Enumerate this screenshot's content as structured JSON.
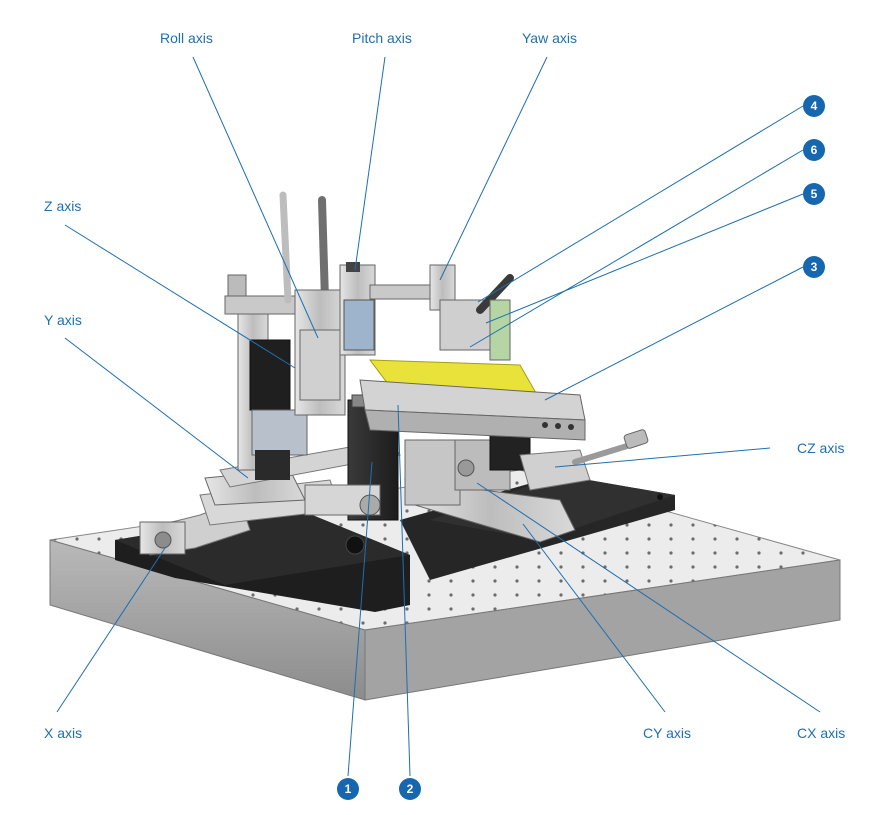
{
  "accent_color": "#1f6fb0",
  "badge_color": "#1667b0",
  "highlight_color": "#e8e23a",
  "labels": {
    "roll": "Roll axis",
    "pitch": "Pitch axis",
    "yaw": "Yaw axis",
    "z": "Z axis",
    "y": "Y axis",
    "cz": "CZ axis",
    "x": "X axis",
    "cy": "CY axis",
    "cx": "CX axis"
  },
  "badges": {
    "b1": "1",
    "b2": "2",
    "b3": "3",
    "b4": "4",
    "b5": "5",
    "b6": "6"
  }
}
